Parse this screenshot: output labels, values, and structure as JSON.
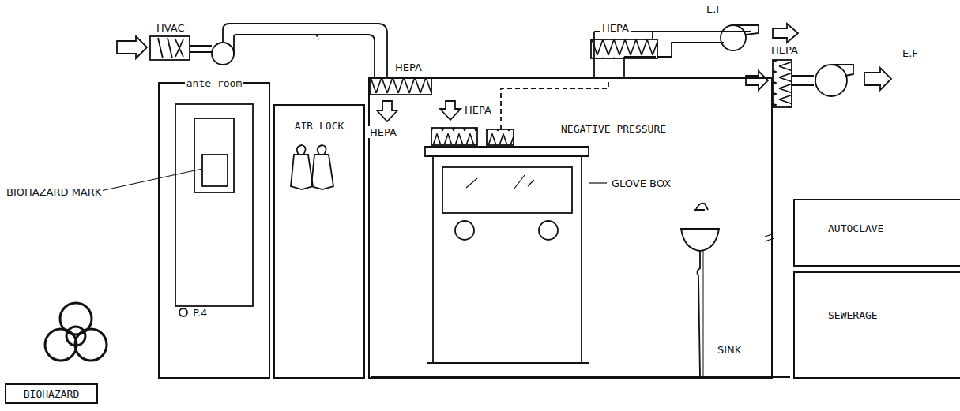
{
  "diagram": {
    "nodes": [
      {
        "text": [
          "ante room"
        ]
      },
      {
        "text": [
          "AIR LOCK"
        ]
      },
      {
        "text": [
          "NEGATIVE PRESSURE"
        ]
      },
      {
        "text": [
          "AUTOCLAVE"
        ]
      },
      {
        "text": [
          "SEWERAGE"
        ]
      },
      {
        "text": [
          "BIOHAZARD"
        ]
      }
    ],
    "labels": [
      "HVAC",
      "HEPA",
      "HEPA",
      "E.F",
      "HEPA",
      "E.F",
      "HEPA",
      "HEPA",
      "BIOHAZARD MARK",
      "P.4",
      "GLOVE BOX",
      "SINK"
    ]
  }
}
